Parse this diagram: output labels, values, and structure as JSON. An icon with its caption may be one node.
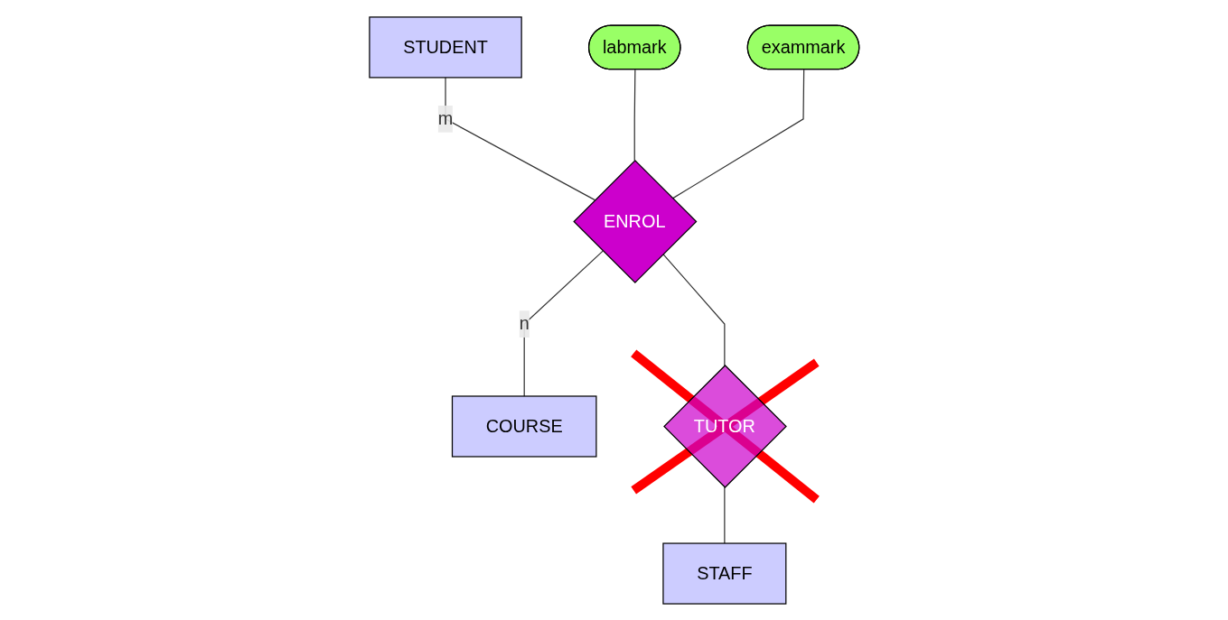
{
  "diagram": {
    "nodes": [
      {
        "text": [
          "exammark"
        ]
      },
      {
        "text": [
          "labmark"
        ]
      },
      {
        "text": [
          "STUDENT"
        ]
      },
      {
        "text": [
          "ENROL"
        ]
      },
      {
        "text": [
          "COURSE"
        ]
      },
      {
        "text": [
          "TUTOR"
        ]
      },
      {
        "text": [
          "STAFF"
        ]
      }
    ],
    "edges": [
      {
        "from": 2,
        "to": 3,
        "arrow": "none",
        "label": "m"
      },
      {
        "from": 3,
        "to": 4,
        "arrow": "none",
        "label": "n"
      },
      {
        "from": 1,
        "to": 3,
        "arrow": "none"
      },
      {
        "from": 0,
        "to": 3,
        "arrow": "none"
      },
      {
        "from": 3,
        "to": 5,
        "arrow": "none"
      },
      {
        "from": 5,
        "to": 6,
        "arrow": "none"
      }
    ]
  }
}
